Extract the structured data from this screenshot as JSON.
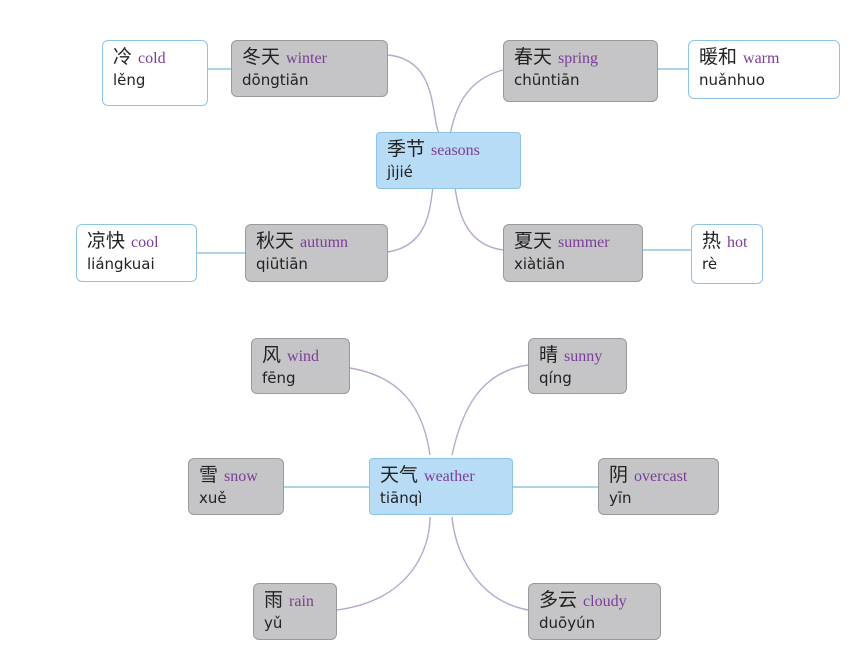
{
  "seasons": {
    "center": {
      "cn": "季节",
      "en": "seasons",
      "py": "jìjié"
    },
    "winter": {
      "cn": "冬天",
      "en": "winter",
      "py": "dōngtiān"
    },
    "cold": {
      "cn": "冷",
      "en": "cold",
      "py": "lěng"
    },
    "spring": {
      "cn": "春天",
      "en": "spring",
      "py": "chūntiān"
    },
    "warm": {
      "cn": "暖和",
      "en": "warm",
      "py": "nuǎnhuo"
    },
    "autumn": {
      "cn": "秋天",
      "en": "autumn",
      "py": "qiūtiān"
    },
    "cool": {
      "cn": "凉快",
      "en": "cool",
      "py": "liángkuai"
    },
    "summer": {
      "cn": "夏天",
      "en": "summer",
      "py": "xiàtiān"
    },
    "hot": {
      "cn": "热",
      "en": "hot",
      "py": "rè"
    }
  },
  "weather": {
    "center": {
      "cn": "天气",
      "en": "weather",
      "py": "tiānqì"
    },
    "wind": {
      "cn": "风",
      "en": "wind",
      "py": "fēng"
    },
    "sunny": {
      "cn": "晴",
      "en": "sunny",
      "py": "qíng"
    },
    "snow": {
      "cn": "雪",
      "en": "snow",
      "py": "xuě"
    },
    "overcast": {
      "cn": "阴",
      "en": "overcast",
      "py": "yīn"
    },
    "rain": {
      "cn": "雨",
      "en": "rain",
      "py": "yǔ"
    },
    "cloudy": {
      "cn": "多云",
      "en": "cloudy",
      "py": "duōyún"
    }
  },
  "colors": {
    "gray_node": "#c5c5c7",
    "center_node": "#b8dcf5",
    "english_text": "#7a3d96",
    "branch_curve": "#b9a7cc",
    "leaf_connector": "#8fc6dc"
  }
}
